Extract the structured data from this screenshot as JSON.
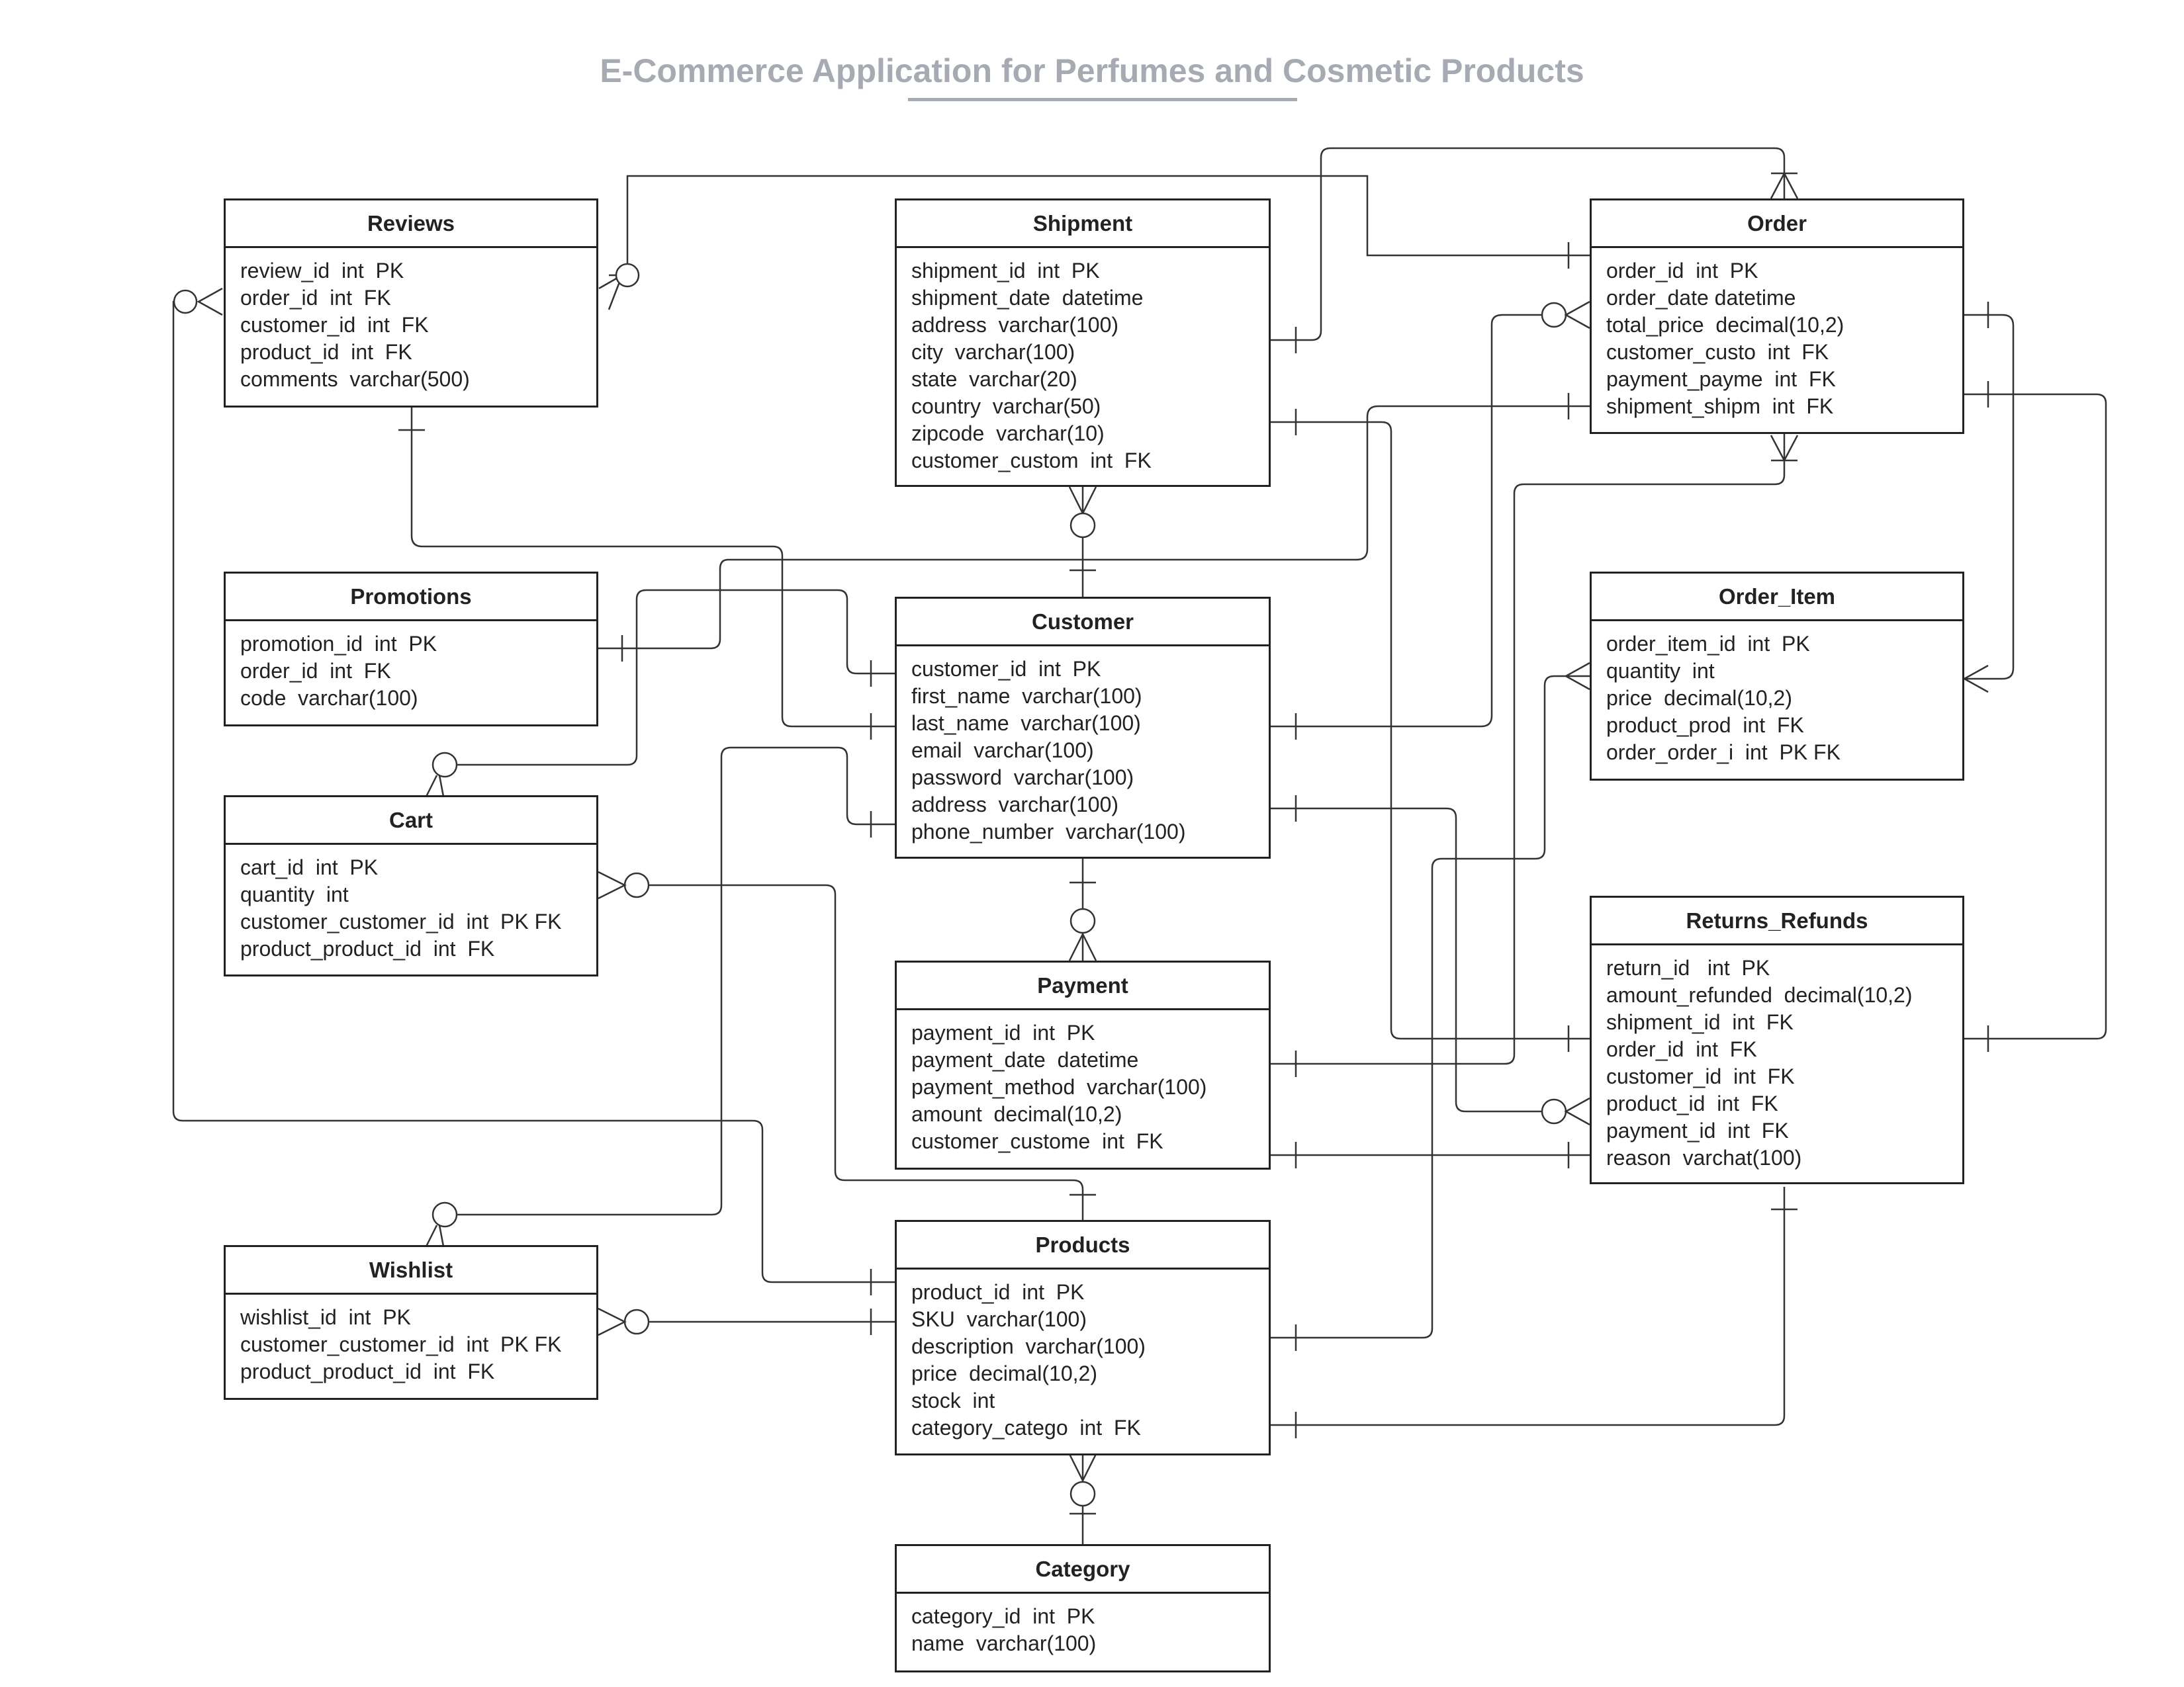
{
  "title": "E-Commerce Application for Perfumes and Cosmetic Products",
  "colors": {
    "title": "#a6aab3",
    "border": "#222222",
    "line": "#333333",
    "background": "#ffffff"
  },
  "entities": {
    "reviews": {
      "name": "Reviews",
      "attributes": [
        "review_id  int  PK",
        "order_id  int  FK",
        "customer_id  int  FK",
        "product_id  int  FK",
        "comments  varchar(500)"
      ]
    },
    "shipment": {
      "name": "Shipment",
      "attributes": [
        "shipment_id  int  PK",
        "shipment_date  datetime",
        "address  varchar(100)",
        "city  varchar(100)",
        "state  varchar(20)",
        "country  varchar(50)",
        "zipcode  varchar(10)",
        "customer_custom  int  FK"
      ]
    },
    "order": {
      "name": "Order",
      "attributes": [
        "order_id  int  PK",
        "order_date datetime",
        "total_price  decimal(10,2)",
        "customer_custo  int  FK",
        "payment_payme  int  FK",
        "shipment_shipm  int  FK"
      ]
    },
    "promotions": {
      "name": "Promotions",
      "attributes": [
        "promotion_id  int  PK",
        "order_id  int  FK",
        "code  varchar(100)"
      ]
    },
    "customer": {
      "name": "Customer",
      "attributes": [
        "customer_id  int  PK",
        "first_name  varchar(100)",
        "last_name  varchar(100)",
        "email  varchar(100)",
        "password  varchar(100)",
        "address  varchar(100)",
        "phone_number  varchar(100)"
      ]
    },
    "order_item": {
      "name": "Order_Item",
      "attributes": [
        "order_item_id  int  PK",
        "quantity  int",
        "price  decimal(10,2)",
        "product_prod  int  FK",
        "order_order_i  int  PK FK"
      ]
    },
    "cart": {
      "name": "Cart",
      "attributes": [
        "cart_id  int  PK",
        "quantity  int",
        "customer_customer_id  int  PK FK",
        "product_product_id  int  FK"
      ]
    },
    "payment": {
      "name": "Payment",
      "attributes": [
        "payment_id  int  PK",
        "payment_date  datetime",
        "payment_method  varchar(100)",
        "amount  decimal(10,2)",
        "customer_custome  int  FK"
      ]
    },
    "returns_refunds": {
      "name": "Returns_Refunds",
      "attributes": [
        "return_id   int  PK",
        "amount_refunded  decimal(10,2)",
        "shipment_id  int  FK",
        "order_id  int  FK",
        "customer_id  int  FK",
        "product_id  int  FK",
        "payment_id  int  FK",
        "reason  varchat(100)"
      ]
    },
    "wishlist": {
      "name": "Wishlist",
      "attributes": [
        "wishlist_id  int  PK",
        "customer_customer_id  int  PK FK",
        "product_product_id  int  FK"
      ]
    },
    "products": {
      "name": "Products",
      "attributes": [
        "product_id  int  PK",
        "SKU  varchar(100)",
        "description  varchar(100)",
        "price  decimal(10,2)",
        "stock  int",
        "category_catego  int  FK"
      ]
    },
    "category": {
      "name": "Category",
      "attributes": [
        "category_id  int  PK",
        "name  varchar(100)"
      ]
    }
  }
}
